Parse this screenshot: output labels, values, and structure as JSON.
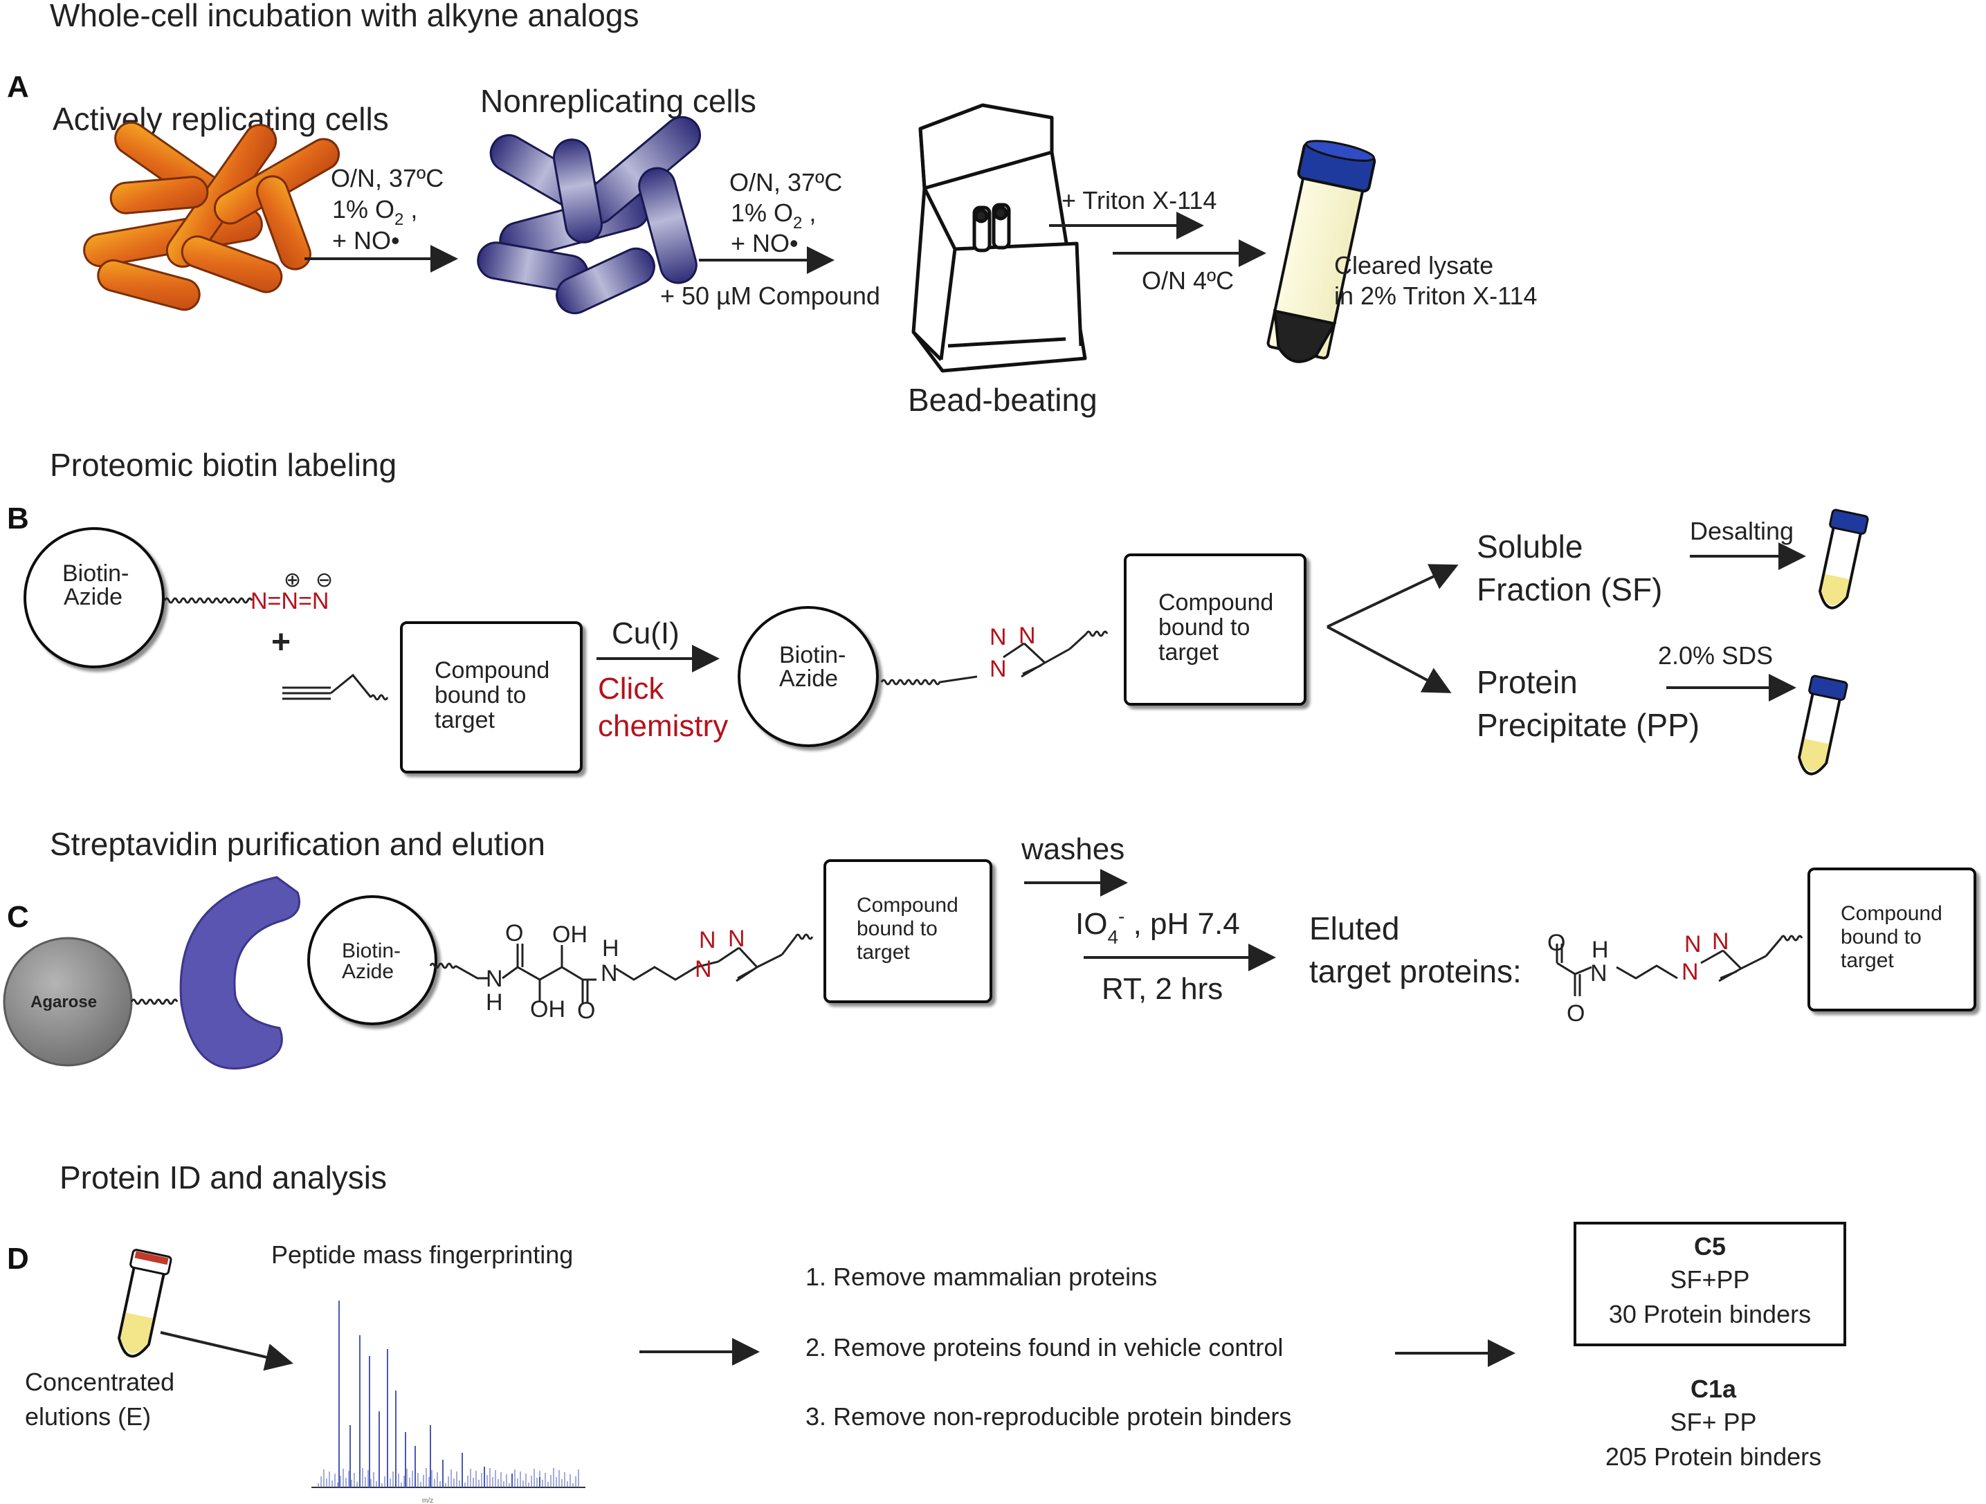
{
  "sections": {
    "a_title": "Whole-cell incubation with alkyne analogs",
    "b_title": "Proteomic biotin labeling",
    "c_title": "Streptavidin purification and elution",
    "d_title": "Protein ID and analysis"
  },
  "panels": {
    "a": "A",
    "b": "B",
    "c": "C",
    "d": "D"
  },
  "panel_a": {
    "replicating_label": "Actively replicating cells",
    "nonreplicating_label": "Nonreplicating cells",
    "step1": [
      "O/N, 37ºC",
      "1% O",
      "2",
      " ,",
      "+ NO•"
    ],
    "step2": [
      "O/N, 37ºC",
      "1% O",
      "2",
      " ,",
      "+ NO•"
    ],
    "compound_note": "+ 50 µM Compound",
    "beadbeating": "Bead-beating",
    "triton": "+ Triton X-114",
    "overnight_cold": "O/N 4ºC",
    "lysate": [
      "Cleared lysate",
      "in 2% Triton X-114"
    ]
  },
  "panel_b": {
    "biotin_azide": [
      "Biotin-",
      "Azide"
    ],
    "azide_atoms": "N=N=N",
    "charge_plus": "⊕",
    "charge_minus": "⊖",
    "plus": "+",
    "compound_box": [
      "Compound",
      "bound to",
      "target"
    ],
    "catalyst": "Cu(I)",
    "click": [
      "Click",
      "chemistry"
    ],
    "product_biotin": [
      "Biotin-",
      "Azide"
    ],
    "triazole_n": "N",
    "triazole_n2": "N",
    "triazole_n3": "N",
    "product_box": [
      "Compound",
      "bound to",
      "target"
    ],
    "soluble": [
      "Soluble",
      "Fraction (SF)"
    ],
    "desalting": "Desalting",
    "precipitate": [
      "Protein",
      "Precipitate (PP)"
    ],
    "sds": "2.0% SDS"
  },
  "panel_c": {
    "agarose": "Agarose",
    "biotin_azide": [
      "Biotin-",
      "Azide"
    ],
    "atoms": {
      "o1": "O",
      "oh1": "OH",
      "h1": "H",
      "n1": "N",
      "n2": "N",
      "h2": "H",
      "oh2": "OH",
      "o2": "O",
      "tn1": "N",
      "tn2": "N",
      "tn3": "N"
    },
    "compound_box": [
      "Compound",
      "bound to",
      "target"
    ],
    "washes": "washes",
    "periodate": [
      "IO",
      "4",
      "-",
      " , pH 7.4"
    ],
    "rt": "RT, 2 hrs",
    "eluted": [
      "Eluted",
      "target proteins:"
    ],
    "elution_atoms": {
      "o1": "O",
      "h": "H",
      "n": "N",
      "o2": "O",
      "tn1": "N",
      "tn2": "N",
      "tn3": "N"
    },
    "elution_box": [
      "Compound",
      "bound to",
      "target"
    ]
  },
  "panel_d": {
    "peptide_title": "Peptide mass fingerprinting",
    "concentrated": [
      "Concentrated",
      "elutions (E)"
    ],
    "steps": [
      "1. Remove mammalian proteins",
      "2. Remove proteins found in vehicle control",
      "3. Remove non-reproducible protein binders"
    ],
    "c5": {
      "name": "C5",
      "fractions": "SF+PP",
      "binders": "30 Protein binders"
    },
    "c1a": {
      "name": "C1a",
      "fractions": "SF+ PP",
      "binders": "205 Protein binders"
    }
  },
  "colors": {
    "accent_red": "#b5121b",
    "tube_cap": "#1f3a9e",
    "nonreplicating": "#3a3a8a",
    "replicating": "#e2731c",
    "streptavidin": "#5a55b0",
    "agarose": "#8f8f8f"
  }
}
